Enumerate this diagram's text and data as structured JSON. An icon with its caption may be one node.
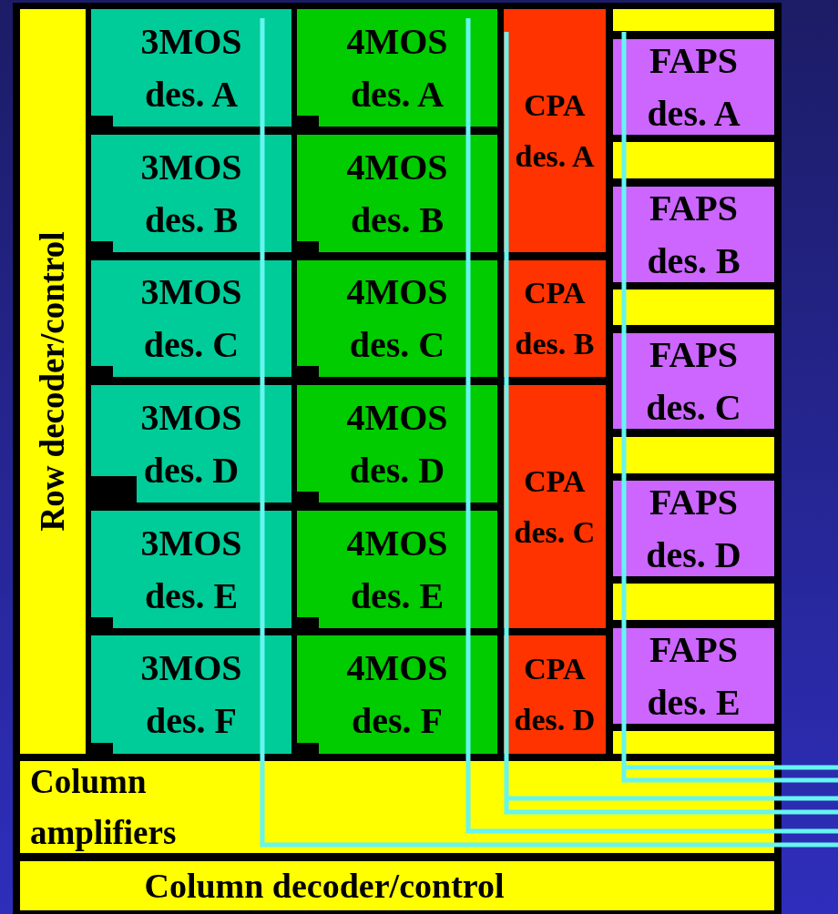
{
  "diagram": {
    "nodes": [
      {
        "text": [
          "Row decoder/control"
        ]
      },
      {
        "text": [
          "3MOS des. A"
        ]
      },
      {
        "text": [
          "3MOS des. B"
        ]
      },
      {
        "text": [
          "3MOS des. C"
        ]
      },
      {
        "text": [
          "3MOS des. D"
        ]
      },
      {
        "text": [
          "3MOS des. E"
        ]
      },
      {
        "text": [
          "3MOS des. F"
        ]
      },
      {
        "text": [
          "4MOS des. A"
        ]
      },
      {
        "text": [
          "4MOS des. B"
        ]
      },
      {
        "text": [
          "4MOS des. C"
        ]
      },
      {
        "text": [
          "4MOS des. D"
        ]
      },
      {
        "text": [
          "4MOS des. E"
        ]
      },
      {
        "text": [
          "4MOS des. F"
        ]
      },
      {
        "text": [
          "CPA des. A"
        ]
      },
      {
        "text": [
          "CPA des. B"
        ]
      },
      {
        "text": [
          "CPA des. C"
        ]
      },
      {
        "text": [
          "CPA des. D"
        ]
      },
      {
        "text": [],
        "shape": "bar"
      },
      {
        "text": [
          "FAPS des. A"
        ]
      },
      {
        "text": [],
        "shape": "bar"
      },
      {
        "text": [
          "FAPS des. B"
        ]
      },
      {
        "text": [],
        "shape": "bar"
      },
      {
        "text": [
          "FAPS des. C"
        ]
      },
      {
        "text": [],
        "shape": "bar"
      },
      {
        "text": [
          "FAPS des. D"
        ]
      },
      {
        "text": [],
        "shape": "bar"
      },
      {
        "text": [
          "FAPS des. E"
        ]
      },
      {
        "text": [],
        "shape": "bar"
      },
      {
        "text": [
          "Column amplifiers"
        ]
      },
      {
        "text": [
          "Column decoder/control"
        ]
      }
    ]
  }
}
